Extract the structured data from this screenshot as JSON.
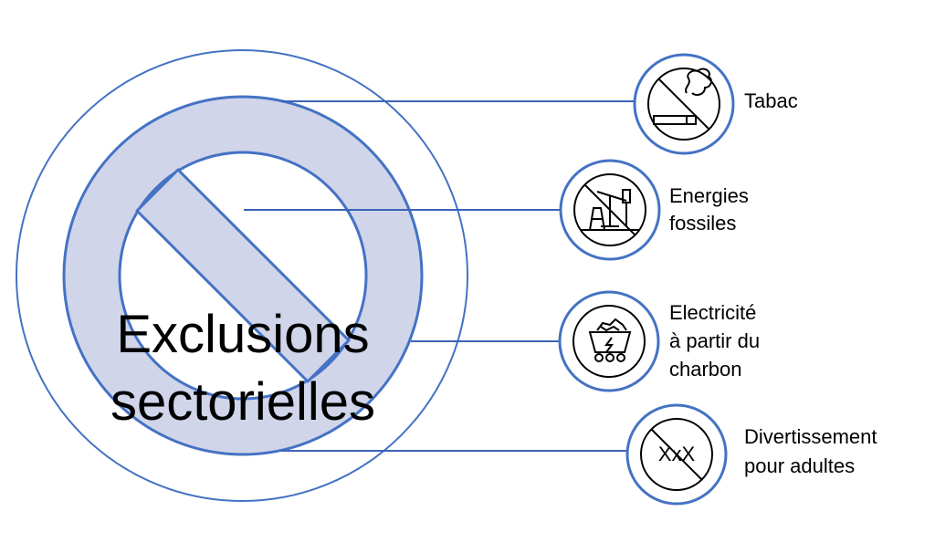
{
  "title": {
    "line1": "Exclusions",
    "line2": "sectorielles"
  },
  "colors": {
    "accent": "#4472C4",
    "fill": "#D0D5EA",
    "line": "#3D63B8"
  },
  "items": [
    {
      "icon": "no-smoking-icon",
      "label_lines": [
        "Tabac"
      ]
    },
    {
      "icon": "no-oil-pump-icon",
      "label_lines": [
        "Energies",
        "fossiles"
      ]
    },
    {
      "icon": "coal-cart-icon",
      "label_lines": [
        "Electricité",
        "à partir du",
        "charbon"
      ]
    },
    {
      "icon": "no-adult-xxx-icon",
      "icon_text": "XxX",
      "label_lines": [
        "Divertissement",
        "pour adultes"
      ]
    }
  ]
}
